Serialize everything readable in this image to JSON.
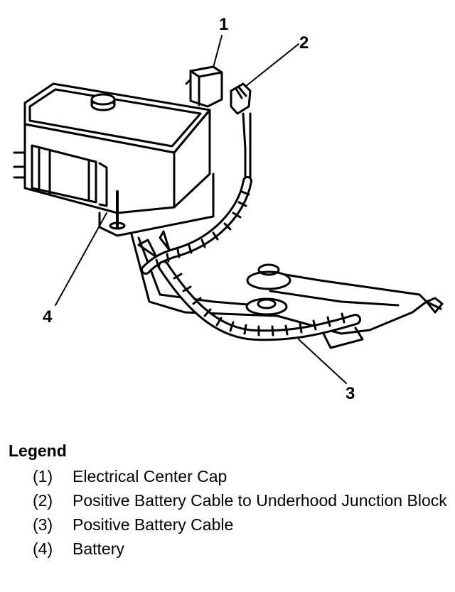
{
  "callouts": {
    "c1": "1",
    "c2": "2",
    "c3": "3",
    "c4": "4"
  },
  "legend": {
    "title": "Legend",
    "items": [
      {
        "num": "(1)",
        "text": "Electrical Center Cap"
      },
      {
        "num": "(2)",
        "text": "Positive Battery Cable to Underhood Junction Block"
      },
      {
        "num": "(3)",
        "text": "Positive Battery Cable"
      },
      {
        "num": "(4)",
        "text": "Battery"
      }
    ]
  }
}
